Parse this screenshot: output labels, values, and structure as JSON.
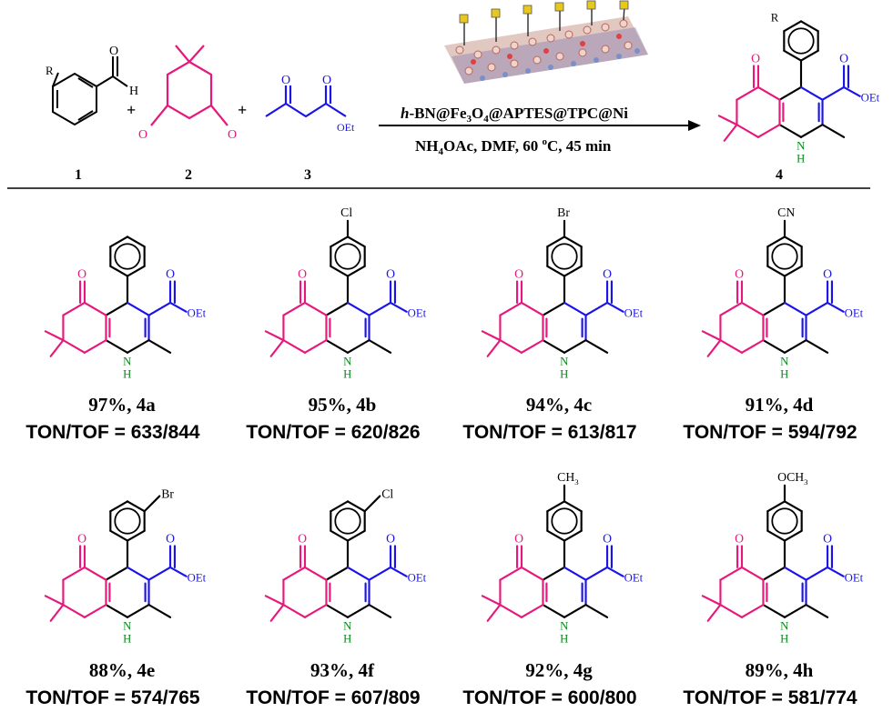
{
  "scheme": {
    "reagent_labels": {
      "r": "R",
      "h": "H",
      "o": "O",
      "oet": "OEt"
    },
    "numbers": [
      "1",
      "2",
      "3",
      "4"
    ],
    "plus": "+",
    "catalyst_prefix": "h",
    "catalyst_rest": "-BN@Fe",
    "catalyst_sub1": "3",
    "catalyst_mid": "O",
    "catalyst_sub2": "4",
    "catalyst_end": "@APTES@TPC@Ni",
    "conditions_a": "NH",
    "conditions_sub": "4",
    "conditions_b": "OAc, DMF, 60 ",
    "conditions_sup": "o",
    "conditions_c": "C, 45 min",
    "nh": "N",
    "nh_h": "H"
  },
  "products": [
    {
      "id": "4a",
      "substituent": "",
      "position": "para",
      "yield_line": "97%, 4a",
      "ton_line": "TON/TOF = 633/844"
    },
    {
      "id": "4b",
      "substituent": "Cl",
      "position": "para",
      "yield_line": "95%, 4b",
      "ton_line": "TON/TOF = 620/826"
    },
    {
      "id": "4c",
      "substituent": "Br",
      "position": "para",
      "yield_line": "94%, 4c",
      "ton_line": "TON/TOF = 613/817"
    },
    {
      "id": "4d",
      "substituent": "CN",
      "position": "para",
      "yield_line": "91%, 4d",
      "ton_line": "TON/TOF = 594/792"
    },
    {
      "id": "4e",
      "substituent": "Br",
      "position": "meta",
      "yield_line": "88%, 4e",
      "ton_line": "TON/TOF = 574/765"
    },
    {
      "id": "4f",
      "substituent": "Cl",
      "position": "meta",
      "yield_line": "93%, 4f",
      "ton_line": "TON/TOF = 607/809"
    },
    {
      "id": "4g",
      "substituent": "CH",
      "sub_sub": "3",
      "position": "para",
      "yield_line": "92%, 4g",
      "ton_line": "TON/TOF = 600/800"
    },
    {
      "id": "4h",
      "substituent": "OCH",
      "sub_sub": "3",
      "position": "para",
      "yield_line": "89%, 4h",
      "ton_line": "TON/TOF = 581/774"
    }
  ],
  "colors": {
    "magenta": "#e6187c",
    "blue": "#1b14e8",
    "green": "#0a8a1e",
    "black": "#000000"
  }
}
